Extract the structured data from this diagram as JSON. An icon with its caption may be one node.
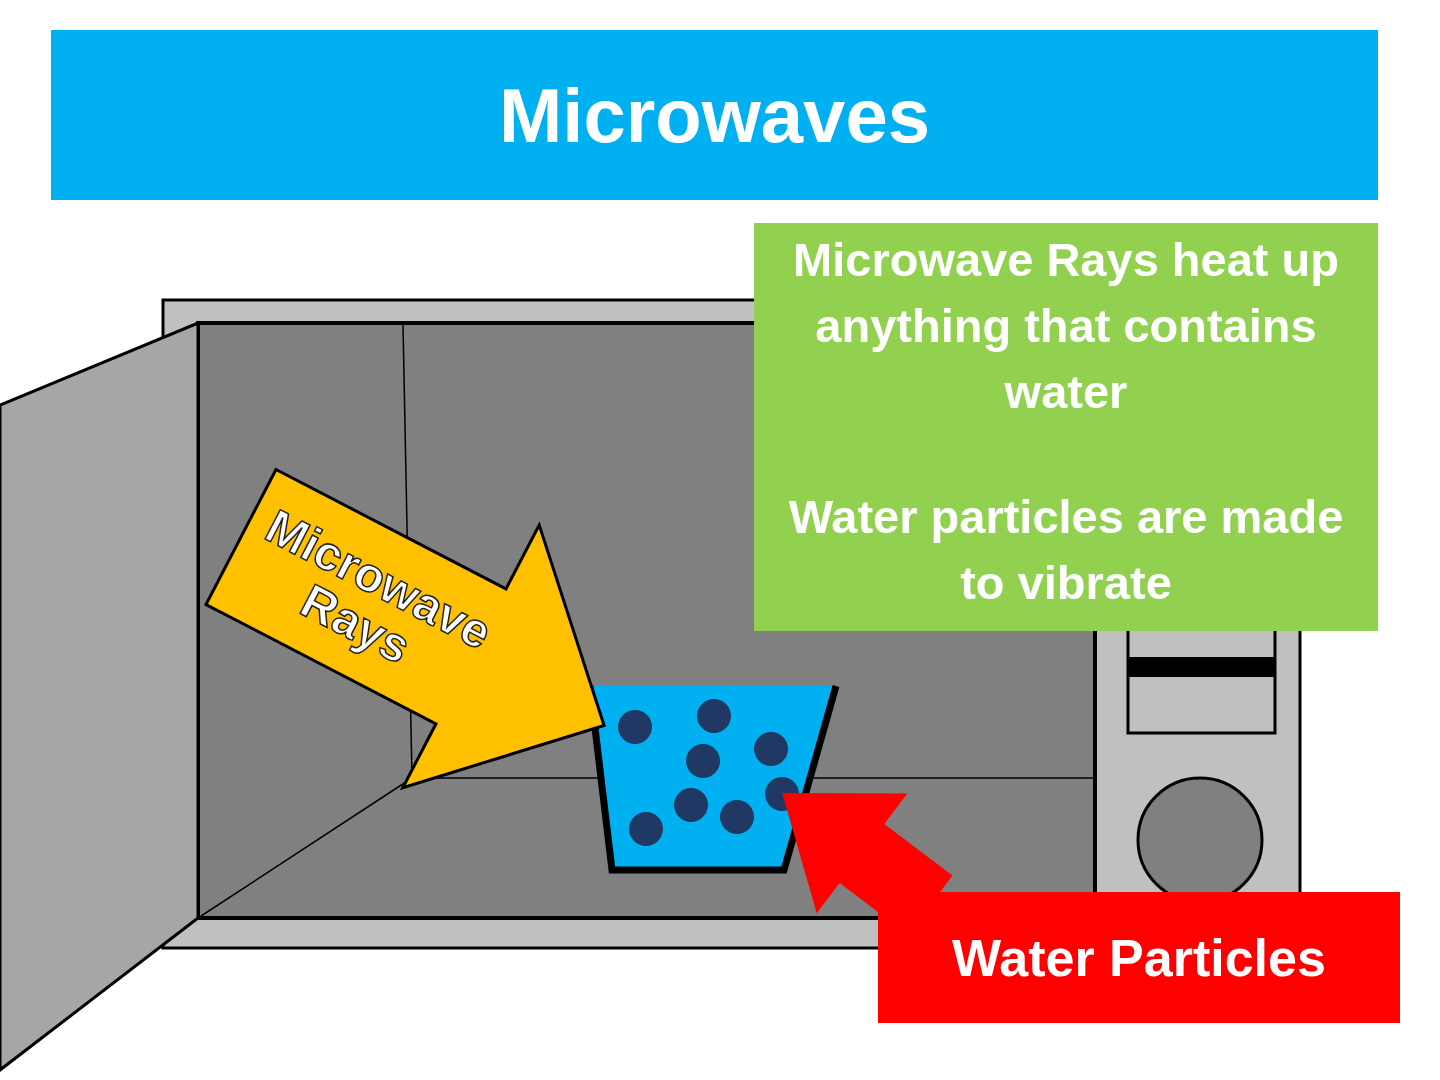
{
  "diagram": {
    "title": "Microwaves",
    "nodes": [
      {
        "text": [
          "Microwave Rays heat up anything that contains water",
          "Water particles are made to vibrate"
        ]
      },
      {
        "text": [],
        "shape": "picture"
      },
      {
        "text": [
          "Water Particles"
        ]
      }
    ],
    "edges": [
      {
        "from": null,
        "to": 1,
        "arrow": "to",
        "label": "Microwave Rays",
        "style": "thick",
        "color": "#ffc000"
      },
      {
        "from": 2,
        "to": 1,
        "arrow": "to",
        "style": "thick",
        "color": "#ff0000"
      }
    ]
  }
}
